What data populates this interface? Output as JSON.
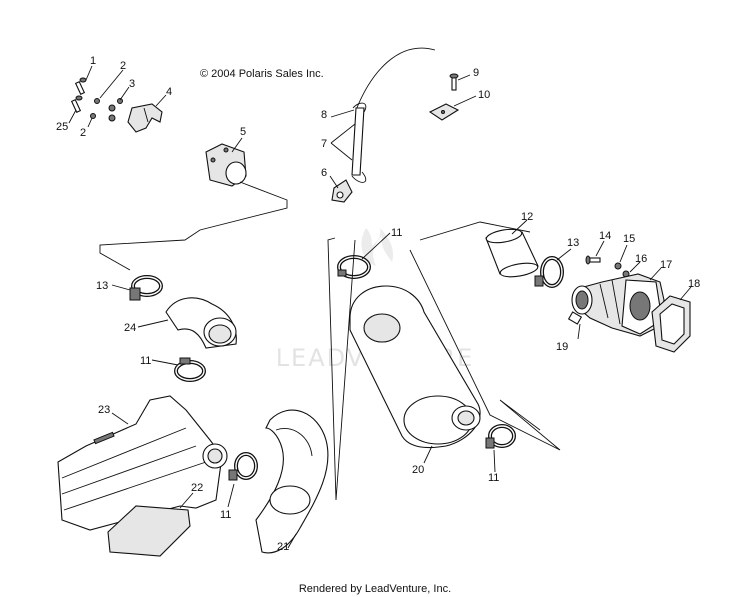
{
  "copyright": "© 2004 Polaris Sales Inc.",
  "watermark": "LEADVENTURE",
  "footer": "Rendered by LeadVenture, Inc.",
  "callouts": [
    {
      "id": "c1",
      "text": "1"
    },
    {
      "id": "c2a",
      "text": "2"
    },
    {
      "id": "c3",
      "text": "3"
    },
    {
      "id": "c4",
      "text": "4"
    },
    {
      "id": "c25",
      "text": "25"
    },
    {
      "id": "c2b",
      "text": "2"
    },
    {
      "id": "c5",
      "text": "5"
    },
    {
      "id": "c8",
      "text": "8"
    },
    {
      "id": "c7",
      "text": "7"
    },
    {
      "id": "c6",
      "text": "6"
    },
    {
      "id": "c9",
      "text": "9"
    },
    {
      "id": "c10",
      "text": "10"
    },
    {
      "id": "c11a",
      "text": "11"
    },
    {
      "id": "c12",
      "text": "12"
    },
    {
      "id": "c13a",
      "text": "13"
    },
    {
      "id": "c14",
      "text": "14"
    },
    {
      "id": "c15",
      "text": "15"
    },
    {
      "id": "c16",
      "text": "16"
    },
    {
      "id": "c17",
      "text": "17"
    },
    {
      "id": "c18",
      "text": "18"
    },
    {
      "id": "c19",
      "text": "19"
    },
    {
      "id": "c13b",
      "text": "13"
    },
    {
      "id": "c24",
      "text": "24"
    },
    {
      "id": "c11b",
      "text": "11"
    },
    {
      "id": "c23",
      "text": "23"
    },
    {
      "id": "c22",
      "text": "22"
    },
    {
      "id": "c11c",
      "text": "11"
    },
    {
      "id": "c21",
      "text": "21"
    },
    {
      "id": "c20",
      "text": "20"
    },
    {
      "id": "c11d",
      "text": "11"
    }
  ]
}
